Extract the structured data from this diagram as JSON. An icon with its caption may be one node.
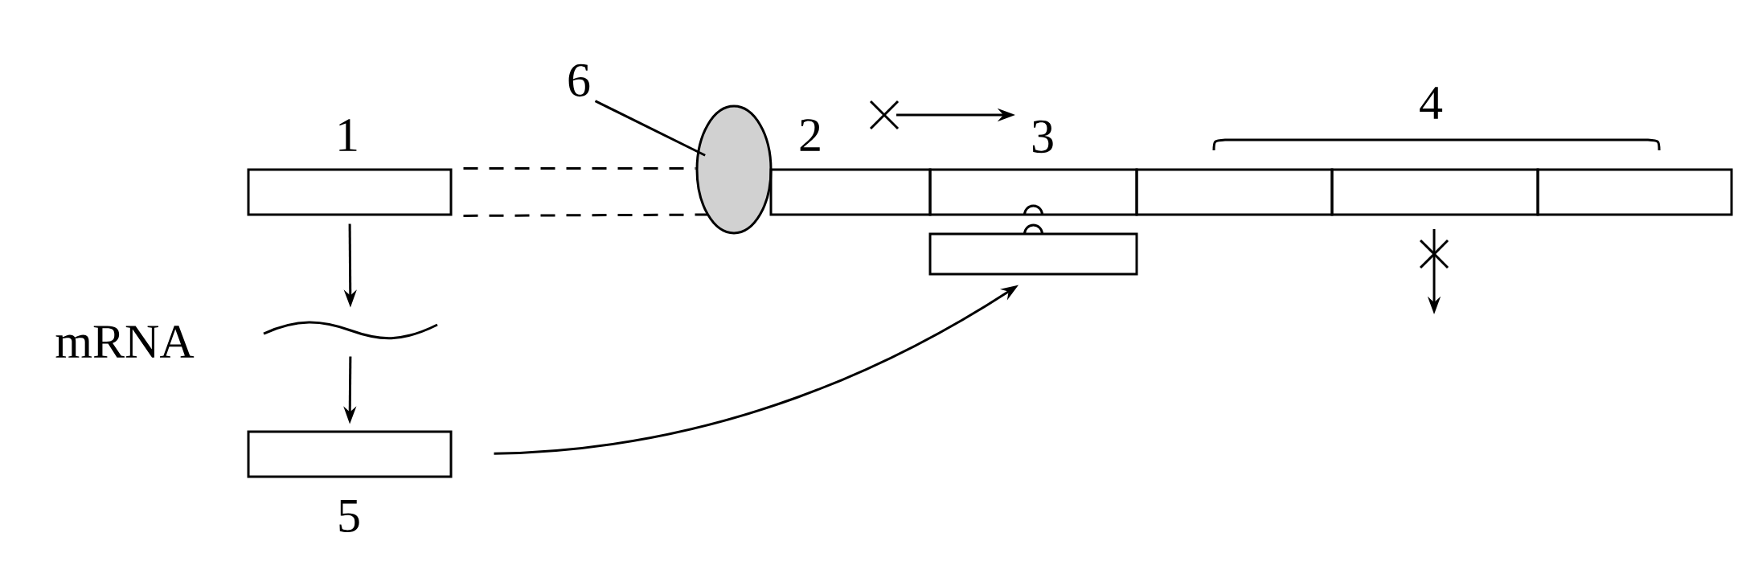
{
  "diagram": {
    "nodes": [
      {
        "text": [
          "1"
        ]
      },
      {
        "text": [
          "mRNA"
        ]
      },
      {
        "text": [
          "5"
        ]
      },
      {
        "text": [],
        "shape": "ellipse"
      },
      {
        "text": [
          "6"
        ]
      },
      {
        "text": [
          "2"
        ]
      },
      {
        "text": [
          "3"
        ]
      },
      {
        "text": [],
        "shape": "box"
      },
      {
        "text": [],
        "shape": "box"
      },
      {
        "text": [],
        "shape": "box"
      },
      {
        "text": [],
        "shape": "box"
      }
    ],
    "edges": [
      {
        "from": 0,
        "to": 1,
        "arrow": "to"
      },
      {
        "from": 1,
        "to": 2,
        "arrow": "to"
      },
      {
        "from": 2,
        "to": 10,
        "arrow": "to"
      },
      {
        "from": 4,
        "to": 3,
        "arrow": "none"
      },
      {
        "from": 0,
        "to": 3,
        "arrow": "none",
        "style": "dashed"
      },
      {
        "from": 0,
        "to": 3,
        "arrow": "none",
        "style": "dashed"
      }
    ],
    "labels": [
      "4"
    ]
  }
}
